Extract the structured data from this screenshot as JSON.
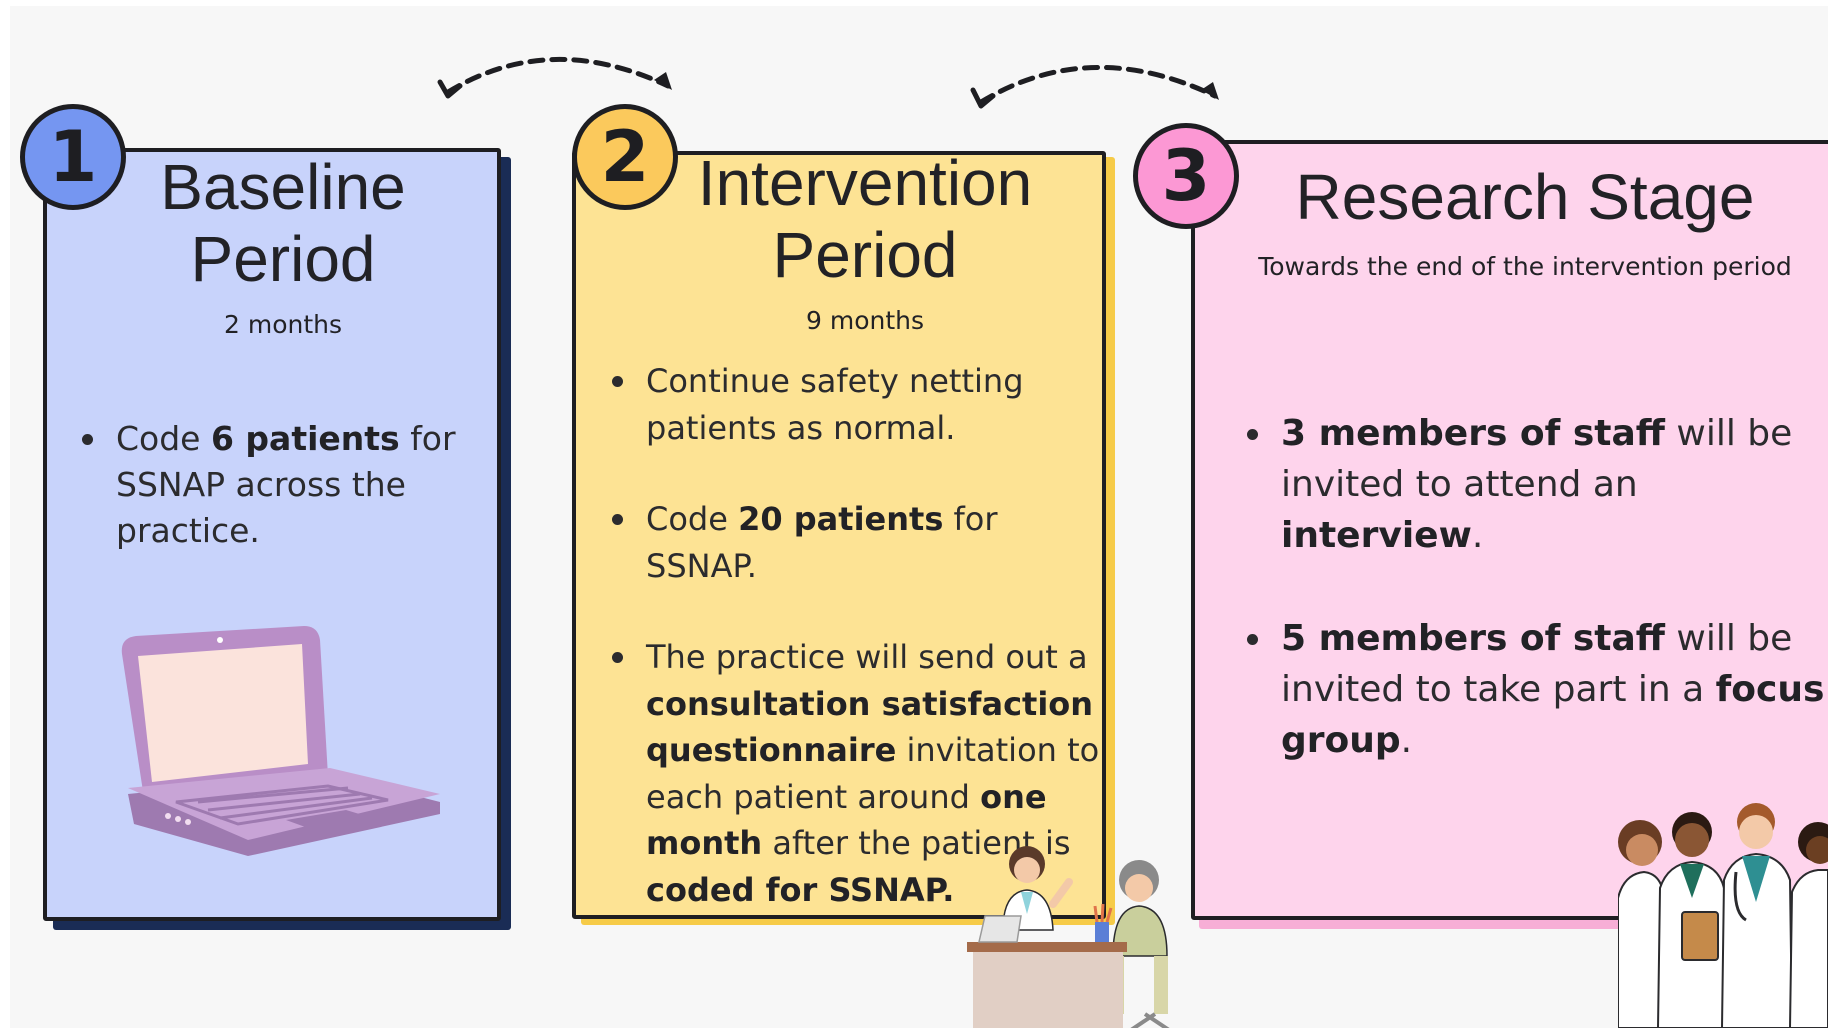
{
  "stages": [
    {
      "number": "1",
      "title_line1": "Baseline",
      "title_line2": "Period",
      "duration": "2 months",
      "bullets": [
        [
          {
            "t": "Code "
          },
          {
            "t": "6 patients",
            "b": true
          },
          {
            "t": " for SSNAP across the practice."
          }
        ]
      ]
    },
    {
      "number": "2",
      "title_line1": "Intervention",
      "title_line2": "Period",
      "duration": "9 months",
      "bullets": [
        [
          {
            "t": "Continue safety netting patients as normal."
          }
        ],
        [
          {
            "t": " Code "
          },
          {
            "t": "20 patients",
            "b": true
          },
          {
            "t": " for SSNAP."
          }
        ],
        [
          {
            "t": "The practice will send out a "
          },
          {
            "t": "consultation satisfaction questionnaire",
            "b": true
          },
          {
            "t": " invitation to each patient around "
          },
          {
            "t": "one month",
            "b": true
          },
          {
            "t": " after the patient is "
          },
          {
            "t": "coded for SSNAP.",
            "b": true
          }
        ]
      ]
    },
    {
      "number": "3",
      "title": "Research Stage",
      "subtitle": "Towards the end of the intervention period",
      "bullets": [
        [
          {
            "t": "3 members of staff",
            "b": true
          },
          {
            "t": " will be invited to attend an "
          },
          {
            "t": "interview",
            "b": true
          },
          {
            "t": "."
          }
        ],
        [
          {
            "t": "5 members of staff",
            "b": true
          },
          {
            "t": " will be invited to take part in a "
          },
          {
            "t": "focus group",
            "b": true
          },
          {
            "t": "."
          }
        ]
      ]
    }
  ],
  "colors": {
    "card1": "#c8d3fb",
    "badge1": "#7596f1",
    "card2": "#fde394",
    "badge2": "#fbc95c",
    "card3": "#fed4ec",
    "badge3": "#fc98d4",
    "outline": "#1e1e22"
  },
  "illustrations": [
    "laptop-illustration",
    "doctor-patient-consultation-illustration",
    "medical-staff-group-illustration"
  ]
}
